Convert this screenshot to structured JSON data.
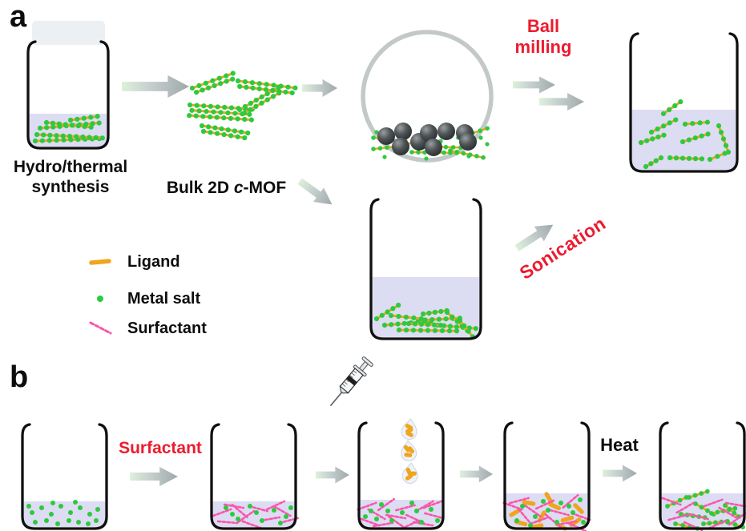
{
  "figure_title": "Synthesis and exfoliation scheme of 2D c-MOF",
  "colors": {
    "ligand_orange": "#EFA51C",
    "metal_green": "#2EC93E",
    "surfactant_pink": "#FA55AC",
    "label_red": "#EC1B2E",
    "liquid_lavender": "#DCDCF2",
    "beaker_outline": "#101010",
    "mill_ring_gray": "#C3C8C8",
    "ball_dark": "#2A2D2F",
    "cap_gray": "#EDF0F2",
    "arrow_tail_green": "#DCF1DA",
    "arrow_head_gray": "#9FA9AB",
    "droplet_fill": "#EFF3F9",
    "text_black": "#0D0D0D"
  },
  "panel_a": {
    "label": "a",
    "synthesis_label": "Hydro/thermal\nsynthesis",
    "bulk_label": {
      "prefix": "Bulk 2D ",
      "italic": "c",
      "suffix": "-MOF"
    },
    "ball_milling_label": "Ball\nmilling",
    "sonication_label": "Sonication",
    "legend": {
      "items": [
        {
          "name": "ligand",
          "label": "Ligand"
        },
        {
          "name": "metal-salt",
          "label": "Metal salt"
        },
        {
          "name": "surfactant",
          "label": "Surfactant"
        }
      ]
    }
  },
  "panel_b": {
    "label": "b",
    "surfactant_label": "Surfactant",
    "heat_label": "Heat"
  },
  "icons": {
    "jar": "capped-vial-shape",
    "beaker": "open-beaker-shape",
    "ball_mill": "circle-bowl-with-grinding-balls",
    "arrow": "right-block-arrow-green-to-gray",
    "syringe": "tilted-syringe",
    "droplet": "teardrop-with-ligand-sticks",
    "mof_sheet": "orange-chain-with-green-dots",
    "surfactant_strand": "pink-dashed-line"
  }
}
